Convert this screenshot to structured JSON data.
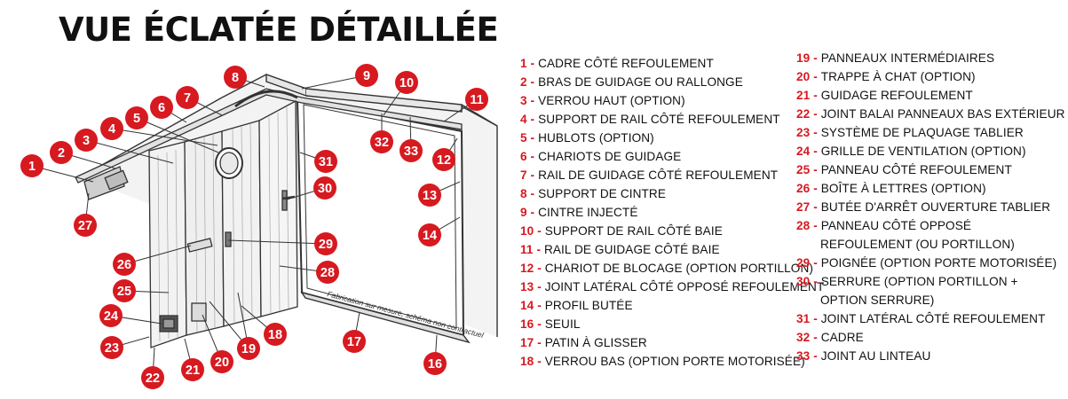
{
  "title": "VUE ÉCLATÉE DÉTAILLÉE",
  "colors": {
    "badge": "#d71920",
    "line": "#333333",
    "text": "#111111"
  },
  "annotation": "Fabrication sur mesure, schéma non contractuel",
  "legend_left": [
    {
      "num": "1",
      "label": "CADRE CÔTÉ REFOULEMENT"
    },
    {
      "num": "2",
      "label": "BRAS DE GUIDAGE OU RALLONGE"
    },
    {
      "num": "3",
      "label": "VERROU HAUT (OPTION)"
    },
    {
      "num": "4",
      "label": "SUPPORT DE RAIL CÔTÉ REFOULEMENT"
    },
    {
      "num": "5",
      "label": "HUBLOTS (OPTION)"
    },
    {
      "num": "6",
      "label": "CHARIOTS DE GUIDAGE"
    },
    {
      "num": "7",
      "label": "RAIL DE GUIDAGE CÔTÉ REFOULEMENT"
    },
    {
      "num": "8",
      "label": "SUPPORT DE CINTRE"
    },
    {
      "num": "9",
      "label": "CINTRE INJECTÉ"
    },
    {
      "num": "10",
      "label": "SUPPORT DE RAIL CÔTÉ BAIE"
    },
    {
      "num": "11",
      "label": "RAIL DE GUIDAGE CÔTÉ BAIE"
    },
    {
      "num": "12",
      "label": "CHARIOT DE BLOCAGE (OPTION PORTILLON)"
    },
    {
      "num": "13",
      "label": "JOINT LATÉRAL CÔTÉ OPPOSÉ REFOULEMENT"
    },
    {
      "num": "14",
      "label": "PROFIL BUTÉE"
    },
    {
      "num": "16",
      "label": "SEUIL"
    },
    {
      "num": "17",
      "label": "PATIN À GLISSER"
    },
    {
      "num": "18",
      "label": "VERROU BAS (OPTION PORTE MOTORISÉE)"
    }
  ],
  "legend_right": [
    {
      "num": "19",
      "label": "PANNEAUX INTERMÉDIAIRES"
    },
    {
      "num": "20",
      "label": "TRAPPE À CHAT (OPTION)"
    },
    {
      "num": "21",
      "label": "GUIDAGE REFOULEMENT"
    },
    {
      "num": "22",
      "label": "JOINT BALAI PANNEAUX BAS EXTÉRIEUR"
    },
    {
      "num": "23",
      "label": "SYSTÈME DE PLAQUAGE TABLIER"
    },
    {
      "num": "24",
      "label": "GRILLE DE VENTILATION (OPTION)"
    },
    {
      "num": "25",
      "label": "PANNEAU CÔTÉ REFOULEMENT"
    },
    {
      "num": "26",
      "label": "BOÎTE À LETTRES (OPTION)"
    },
    {
      "num": "27",
      "label": "BUTÉE D'ARRÊT OUVERTURE TABLIER"
    },
    {
      "num": "28",
      "label": "PANNEAU CÔTÉ OPPOSÉ"
    },
    {
      "num": "",
      "label": "REFOULEMENT (OU PORTILLON)"
    },
    {
      "num": "29",
      "label": "POIGNÉE (OPTION PORTE MOTORISÉE)"
    },
    {
      "num": "30",
      "label": "SERRURE (OPTION PORTILLON +"
    },
    {
      "num": "",
      "label": "OPTION SERRURE)"
    },
    {
      "num": "31",
      "label": "JOINT LATÉRAL CÔTÉ REFOULEMENT"
    },
    {
      "num": "32",
      "label": "CADRE"
    },
    {
      "num": "33",
      "label": "JOINT AU LINTEAU"
    }
  ],
  "badges": [
    "1",
    "2",
    "3",
    "4",
    "5",
    "6",
    "7",
    "8",
    "9",
    "10",
    "11",
    "12",
    "13",
    "14",
    "16",
    "17",
    "18",
    "19",
    "20",
    "21",
    "22",
    "23",
    "24",
    "25",
    "26",
    "27",
    "28",
    "29",
    "30",
    "31",
    "32",
    "33"
  ]
}
